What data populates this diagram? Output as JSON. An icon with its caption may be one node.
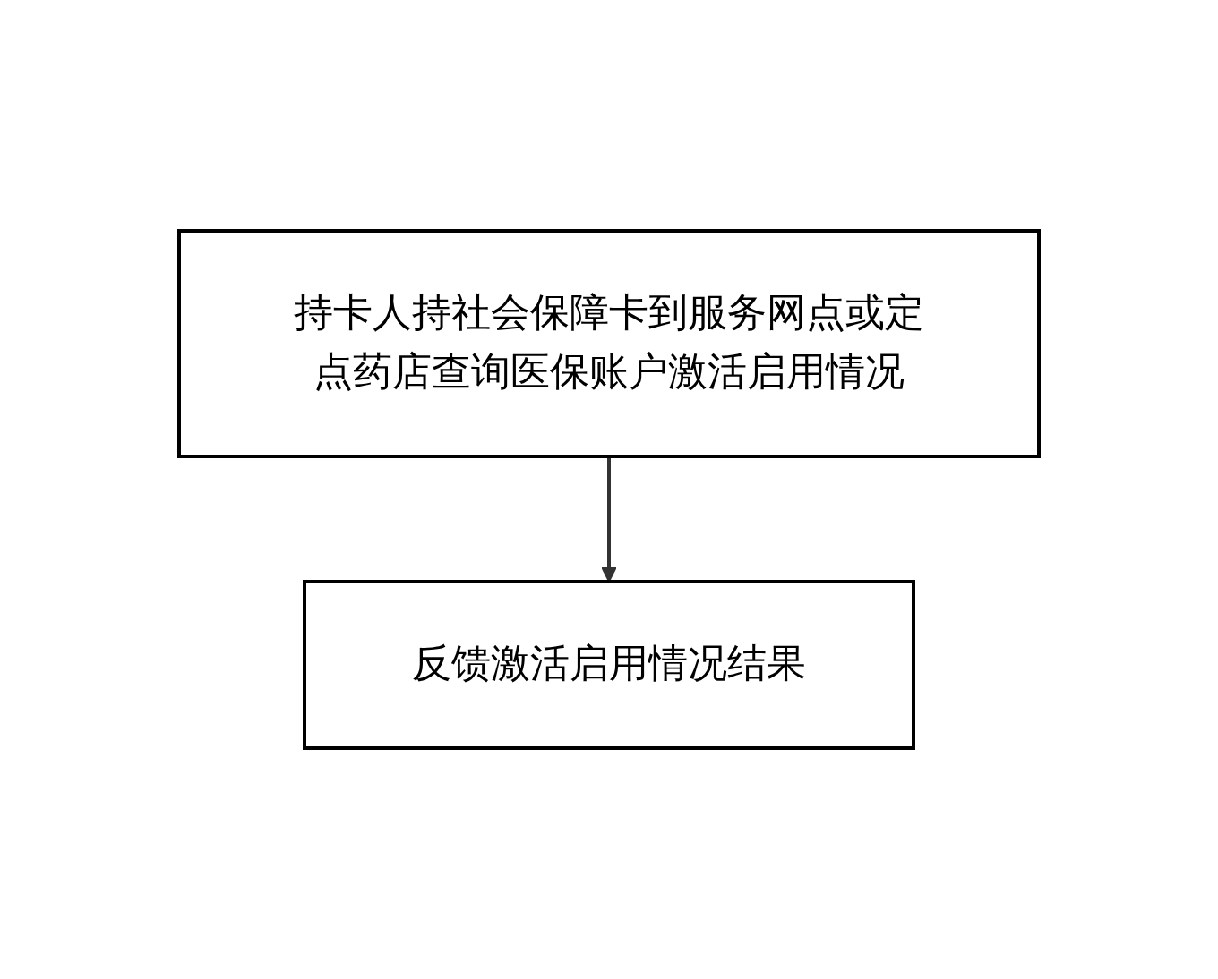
{
  "diagram": {
    "nodes": [
      {
        "text": [
          "持卡人持社会保障卡到服务网点或定点药店查询医保账户激活启用情况"
        ]
      },
      {
        "text": [
          "反馈激活启用情况结果"
        ]
      }
    ],
    "edges": [
      {
        "from": 0,
        "to": 1,
        "arrow": "to"
      }
    ]
  }
}
